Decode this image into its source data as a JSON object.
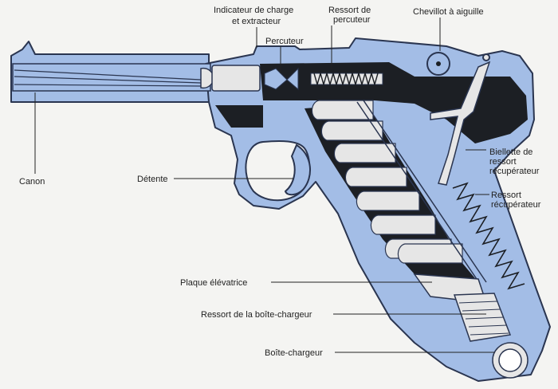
{
  "labels": {
    "indicator_line1": "Indicateur de charge",
    "indicator_line2": "et extracteur",
    "firing_spring_line1": "Ressort de",
    "firing_spring_line2": "percuteur",
    "needle_pin": "Chevillot à aiguille",
    "striker": "Percuteur",
    "barrel": "Canon",
    "trigger": "Détente",
    "recoil_link_line1": "Biellette de",
    "recoil_link_line2": "ressort",
    "recoil_link_line3": "récupérateur",
    "recoil_spring_line1": "Ressort",
    "recoil_spring_line2": "récupérateur",
    "follower": "Plaque élévatrice",
    "magazine_spring": "Ressort de la boîte-chargeur",
    "magazine": "Boîte-chargeur"
  },
  "colors": {
    "body_blue": "#a3bde6",
    "outline": "#2a3550",
    "interior": "#1c1f24",
    "metal": "#e6e6e6",
    "background": "#f4f4f2"
  }
}
